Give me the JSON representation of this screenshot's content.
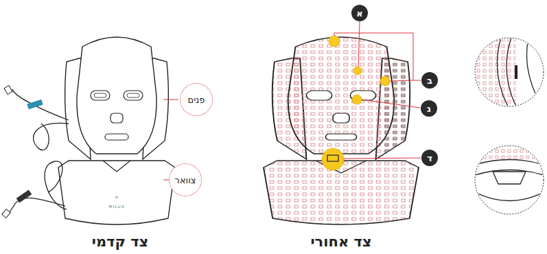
{
  "diagram": {
    "nodes": [
      {
        "text": [
          "פנים"
        ]
      },
      {
        "text": [
          "צוואר"
        ]
      },
      {
        "text": [
          "א"
        ]
      },
      {
        "text": [
          "ב"
        ]
      },
      {
        "text": [
          "ג"
        ]
      },
      {
        "text": [
          "ד"
        ]
      }
    ],
    "labels": [
      "צד קדמי",
      "צד אחורי",
      "MILUX"
    ]
  }
}
